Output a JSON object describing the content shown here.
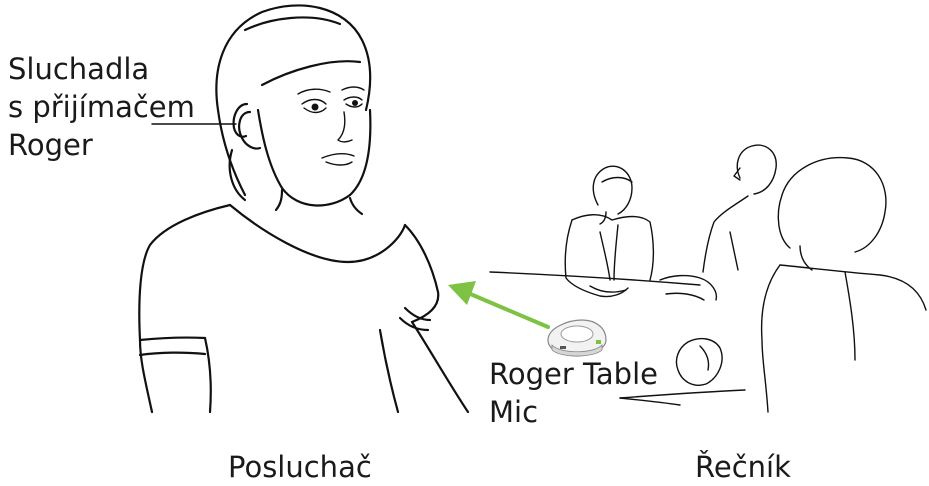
{
  "labels": {
    "hearing_aids": [
      "Sluchadla",
      "s přijímačem",
      "Roger"
    ],
    "mic": [
      "Roger Table",
      "Mic"
    ],
    "listener": "Posluchač",
    "speaker": "Řečník"
  },
  "colors": {
    "arrow": "#7dc242",
    "ink": "#111111",
    "device": "#f2f2f2",
    "device_accent": "#7dc242"
  }
}
